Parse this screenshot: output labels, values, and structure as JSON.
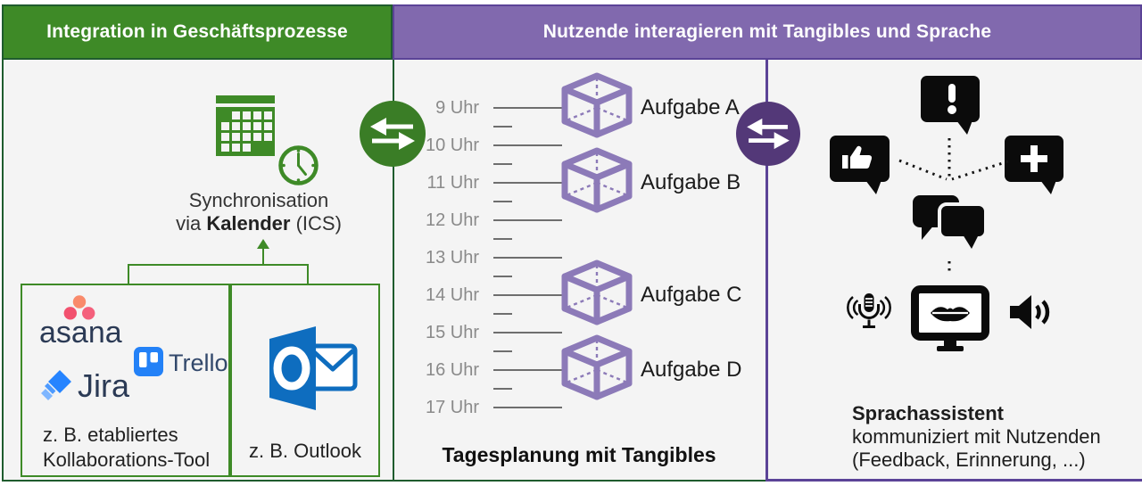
{
  "headers": {
    "left": "Integration in Geschäftsprozesse",
    "right": "Nutzende interagieren mit Tangibles und Sprache"
  },
  "left_panel": {
    "sync": {
      "line1": "Synchronisation",
      "line2_pre": "via ",
      "line2_bold": "Kalender",
      "line2_post": " (ICS)"
    },
    "tools_box": {
      "label_line1": "z. B. etabliertes",
      "label_line2": "Kollaborations-Tool",
      "logos": {
        "asana": "asana",
        "jira": "Jira",
        "trello": "Trello"
      }
    },
    "outlook_box": {
      "label": "z. B. Outlook"
    }
  },
  "middle_panel": {
    "hours": [
      "9 Uhr",
      "10 Uhr",
      "11 Uhr",
      "12 Uhr",
      "13 Uhr",
      "14 Uhr",
      "15 Uhr",
      "16 Uhr",
      "17 Uhr"
    ],
    "tasks": [
      {
        "label": "Aufgabe A",
        "hour_index": 0
      },
      {
        "label": "Aufgabe B",
        "hour_index": 2
      },
      {
        "label": "Aufgabe C",
        "hour_index": 5
      },
      {
        "label": "Aufgabe D",
        "hour_index": 7
      }
    ],
    "caption": "Tagesplanung mit Tangibles"
  },
  "right_panel": {
    "caption": {
      "bold": "Sprachassistent",
      "line2": "kommuniziert mit Nutzenden",
      "line3": "(Feedback, Erinnerung, ...)"
    }
  },
  "colors": {
    "header_green": "#3e8a27",
    "border_green": "#1f5c2e",
    "circle_green": "#3a7d26",
    "header_purple": "#8169ae",
    "border_purple": "#5b4397",
    "circle_purple": "#533878",
    "cube_purple": "#8c7ab8",
    "panel_bg": "#f4f4f4",
    "hour_gray": "#8a8a8a",
    "icon_black": "#0b0b0b",
    "asana_coral": "#f2516e",
    "jira_blue": "#2684ff",
    "trello_blue": "#2381f7",
    "outlook_blue": "#0e6dbf"
  },
  "icons": [
    "calendar-icon",
    "clock-icon",
    "sync-arrows-icon",
    "cube-icon",
    "exclamation-bubble-icon",
    "thumbs-up-bubble-icon",
    "plus-bubble-icon",
    "chat-bubbles-icon",
    "microphone-icon",
    "monitor-lips-icon",
    "speaker-icon",
    "asana-logo",
    "jira-logo",
    "trello-logo",
    "outlook-logo"
  ]
}
